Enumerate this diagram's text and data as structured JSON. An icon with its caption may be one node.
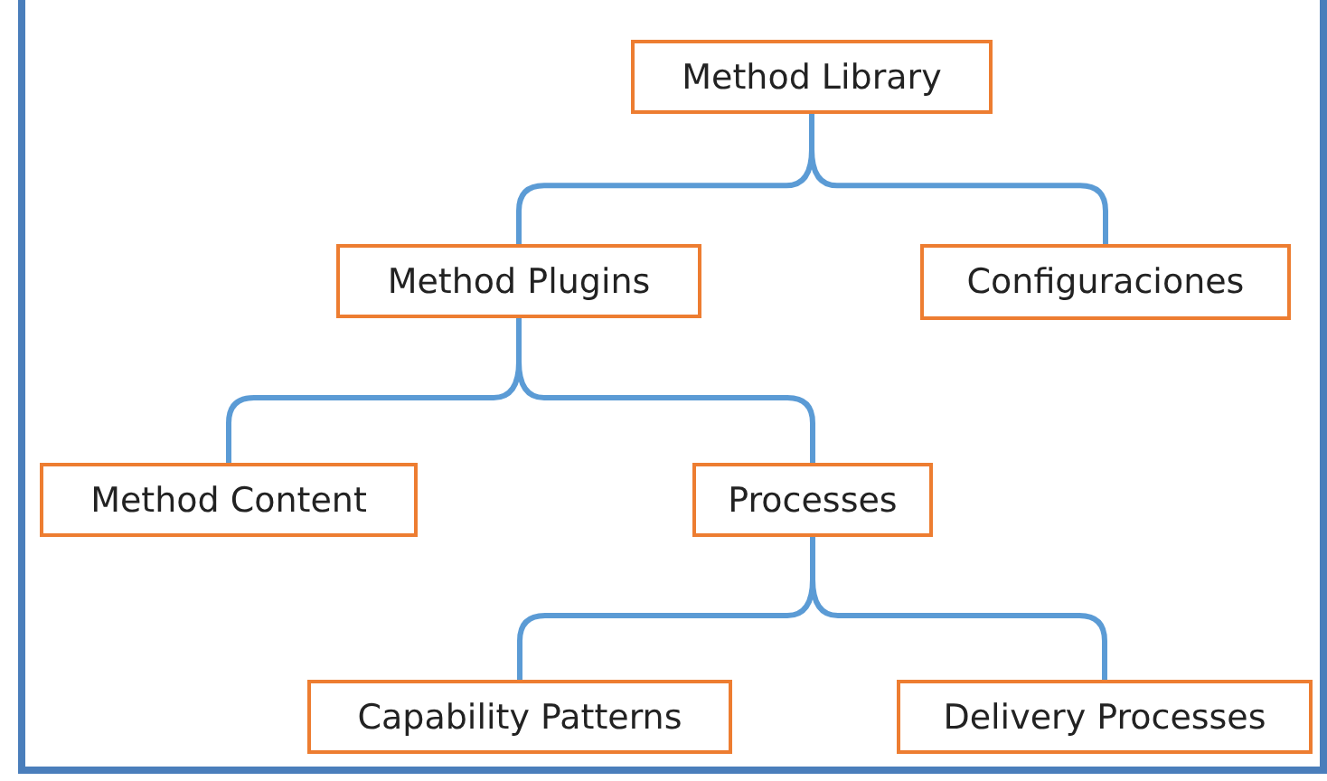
{
  "diagram": {
    "nodes": [
      {
        "text": [
          "Method Library"
        ]
      },
      {
        "text": [
          "Method Plugins"
        ]
      },
      {
        "text": [
          "Configuraciones"
        ]
      },
      {
        "text": [
          "Method Content"
        ]
      },
      {
        "text": [
          "Processes"
        ]
      },
      {
        "text": [
          "Capability Patterns"
        ]
      },
      {
        "text": [
          "Delivery Processes"
        ]
      }
    ],
    "edges": [
      {
        "from": 0,
        "to": 1,
        "arrow": "none"
      },
      {
        "from": 0,
        "to": 2,
        "arrow": "none"
      },
      {
        "from": 1,
        "to": 3,
        "arrow": "none"
      },
      {
        "from": 1,
        "to": 4,
        "arrow": "none"
      },
      {
        "from": 4,
        "to": 5,
        "arrow": "none"
      },
      {
        "from": 4,
        "to": 6,
        "arrow": "none"
      }
    ]
  }
}
